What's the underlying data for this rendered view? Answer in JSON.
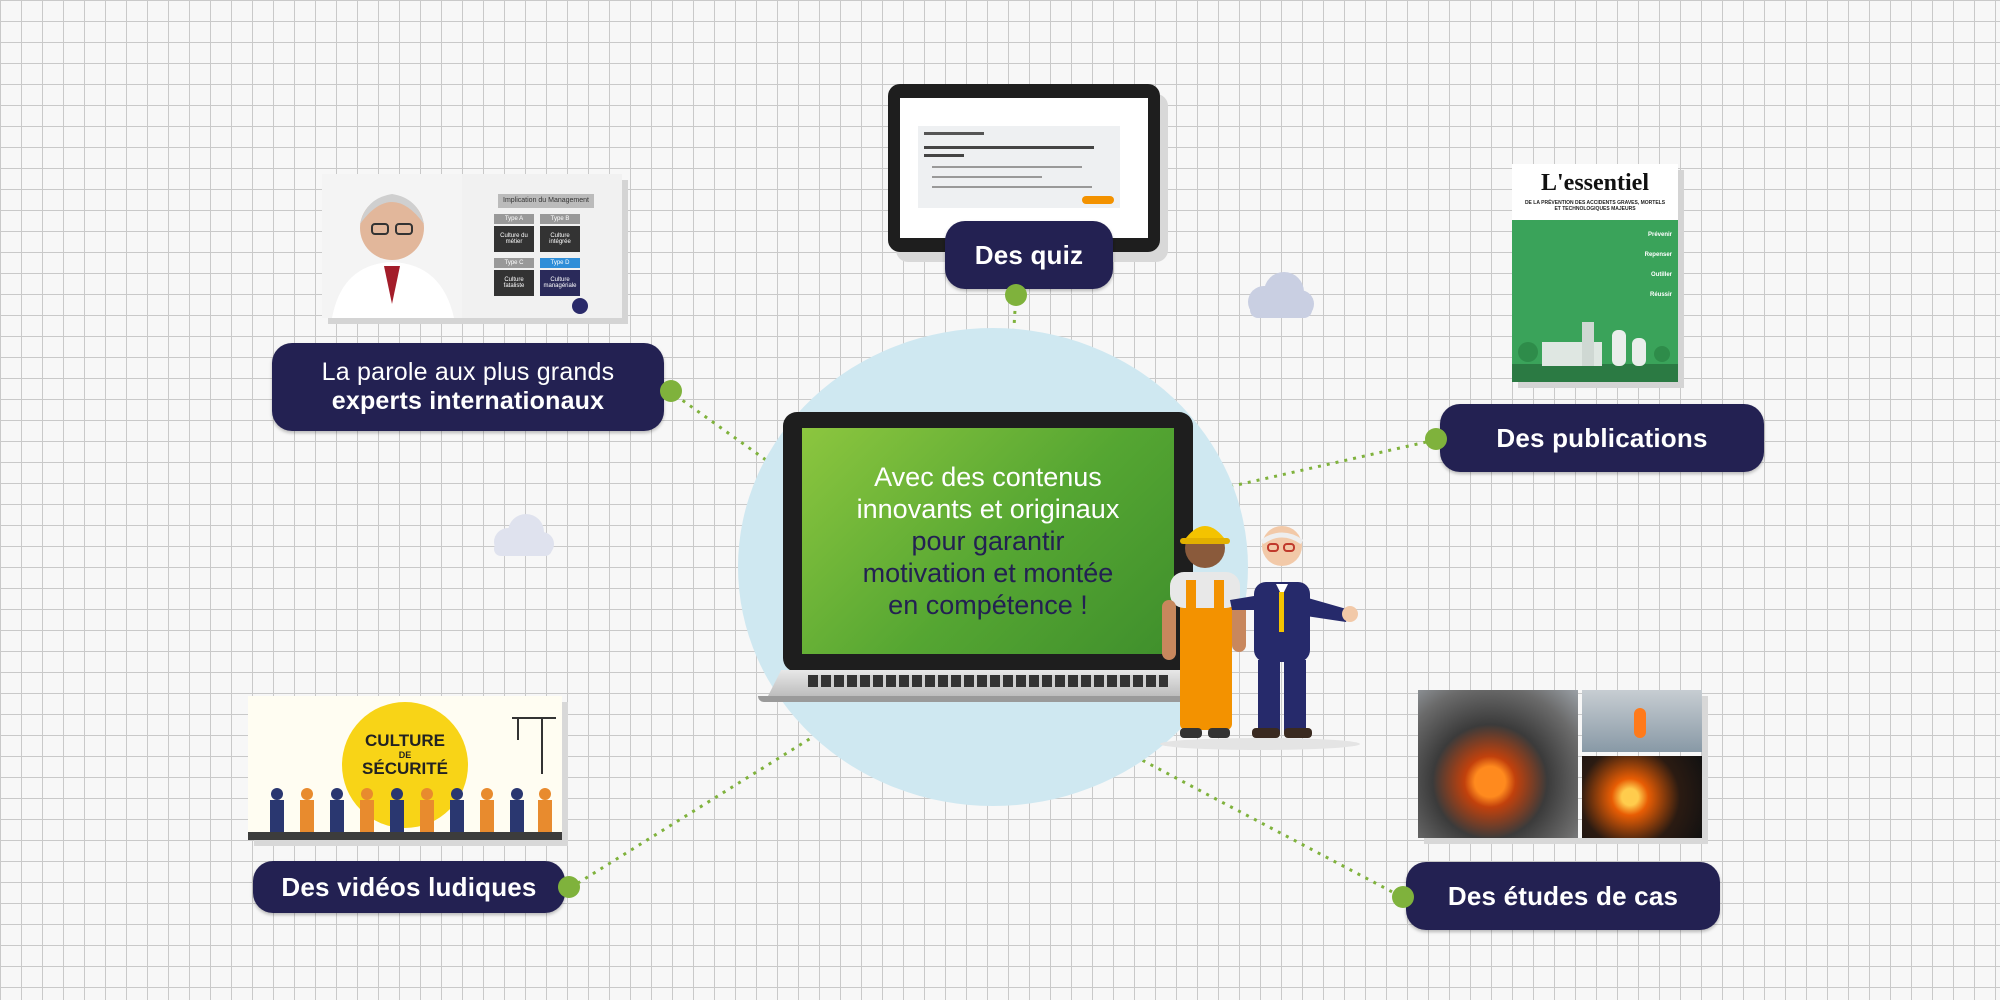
{
  "center": {
    "line1": "Avec des contenus",
    "line2": "innovants et originaux",
    "line3": "pour garantir",
    "line4": "motivation et montée",
    "line5": "en compétence !"
  },
  "labels": {
    "experts_l1": "La parole aux plus grands",
    "experts_l2": "experts internationaux",
    "quiz": "Des quiz",
    "publications": "Des publications",
    "videos": "Des vidéos ludiques",
    "cases": "Des études de cas"
  },
  "slide": {
    "header": "Implication du Management",
    "type_a": "Type A",
    "type_b": "Type B",
    "type_c": "Type C",
    "type_d": "Type D",
    "cell1": "Culture du métier",
    "cell2": "Culture intégrée",
    "cell3": "Culture fataliste",
    "cell4": "Culture managériale"
  },
  "publication": {
    "title": "L'essentiel",
    "subtitle": "DE LA PRÉVENTION DES ACCIDENTS GRAVES, MORTELS ET TECHNOLOGIQUES MAJEURS",
    "items": [
      "Prévenir",
      "Repenser",
      "Outiller",
      "Réussir"
    ]
  },
  "video": {
    "title_top": "CULTURE",
    "title_mid": "DE",
    "title_bottom": "SÉCURITÉ"
  },
  "colors": {
    "navy": "#232152",
    "green_dot": "#7fb23c",
    "screen_green": "#5fae33",
    "circle": "#cfe8f1"
  }
}
